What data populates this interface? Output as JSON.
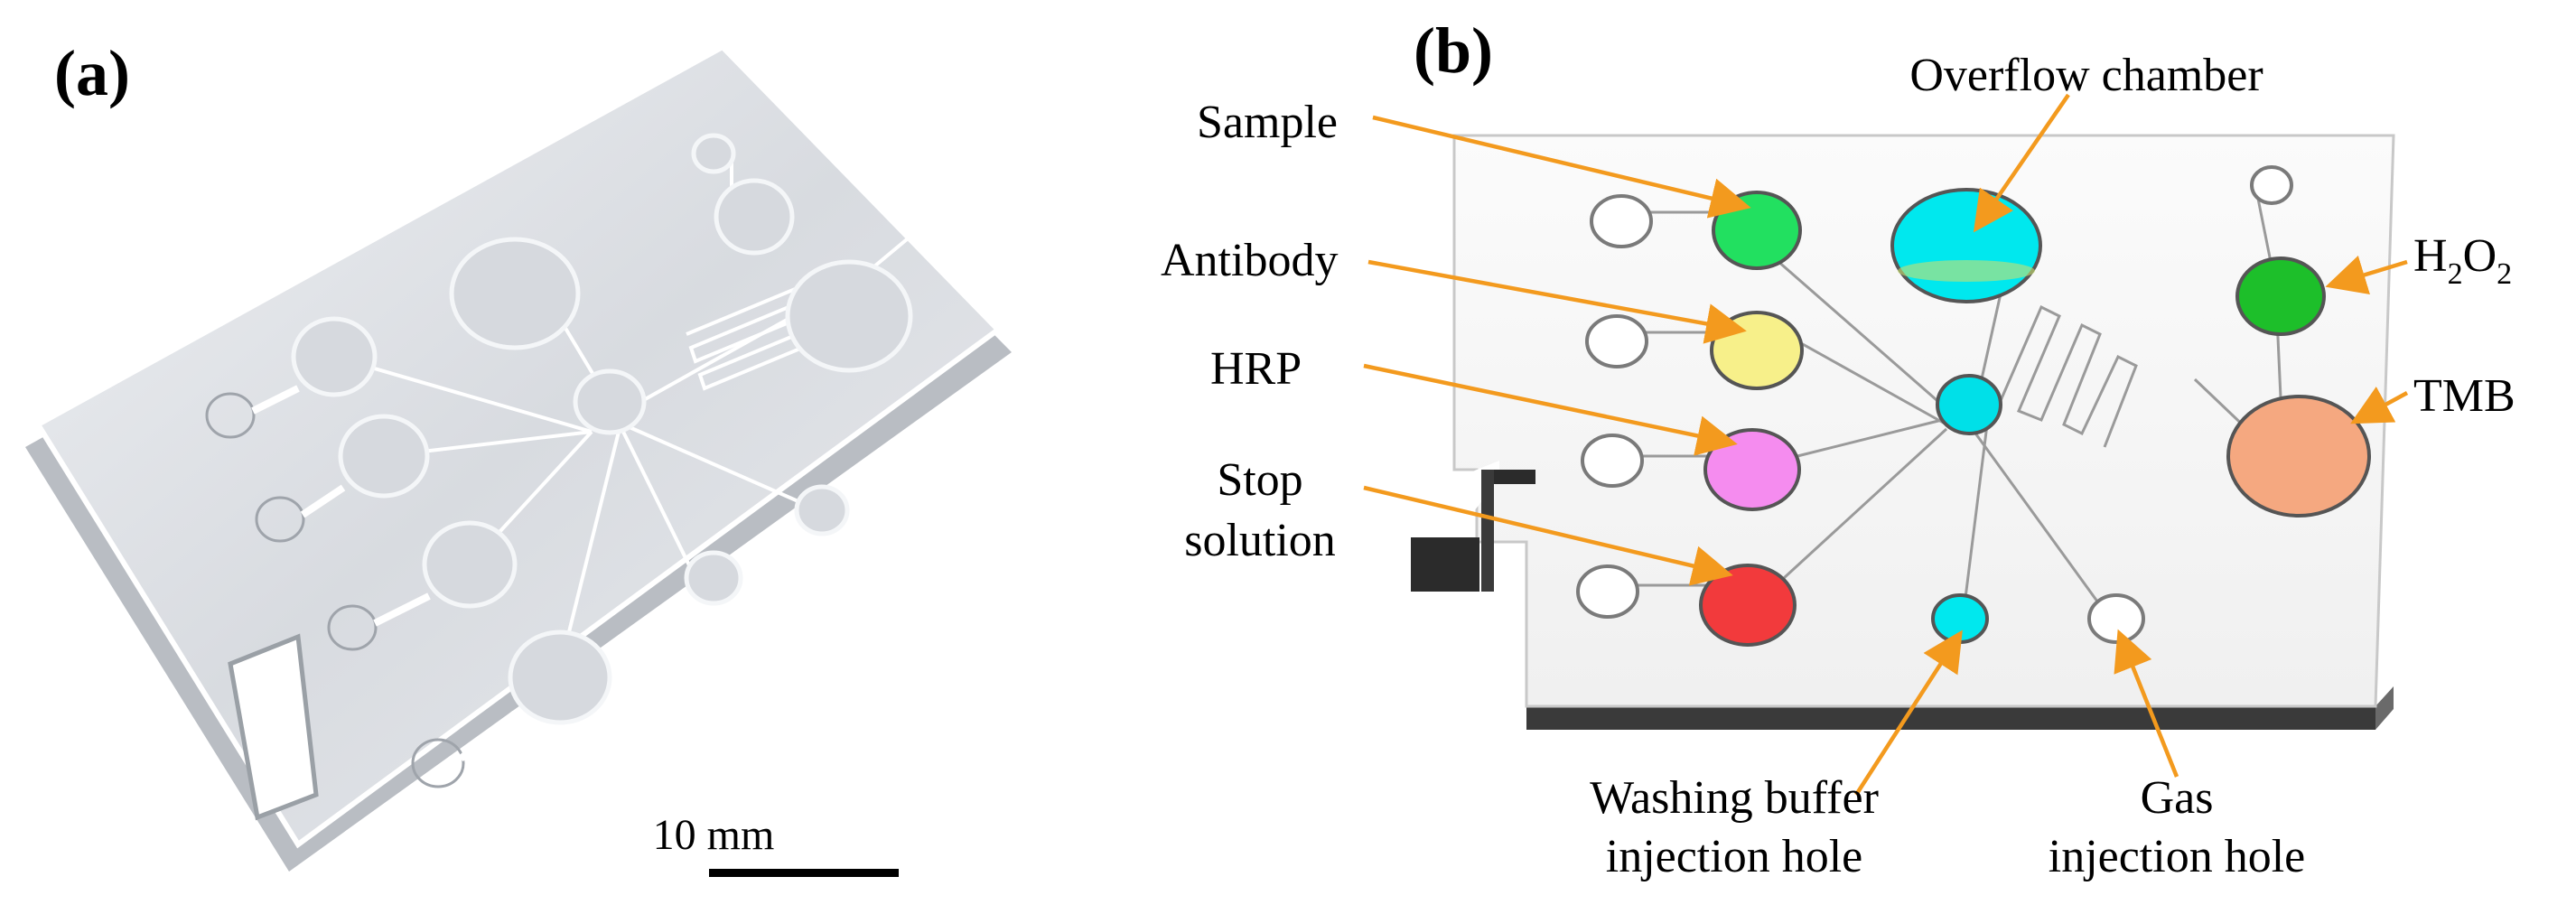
{
  "panels": {
    "a": {
      "label": "(a)",
      "scale_bar": "10 mm"
    },
    "b": {
      "label": "(b)",
      "callouts": {
        "sample": "Sample",
        "antibody": "Antibody",
        "hrp": "HRP",
        "stop_1": "Stop",
        "stop_2": "solution",
        "overflow": "Overflow chamber",
        "h2o2_main": "H",
        "h2o2_sub1": "2",
        "h2o2_mid": "O",
        "h2o2_sub2": "2",
        "tmb": "TMB",
        "wash_1": "Washing buffer",
        "wash_2": "injection hole",
        "gas_1": "Gas",
        "gas_2": "injection hole"
      }
    }
  },
  "colors": {
    "arrow": "#f39a1e",
    "sample": "#22e060",
    "antibody": "#f7f08a",
    "hrp": "#f58cef",
    "stop_solution": "#f23a3c",
    "overflow": "#00e8ee",
    "center": "#00e0e8",
    "washing": "#00e8ee",
    "h2o2": "#1dbf2a",
    "tmb": "#f5a880"
  }
}
